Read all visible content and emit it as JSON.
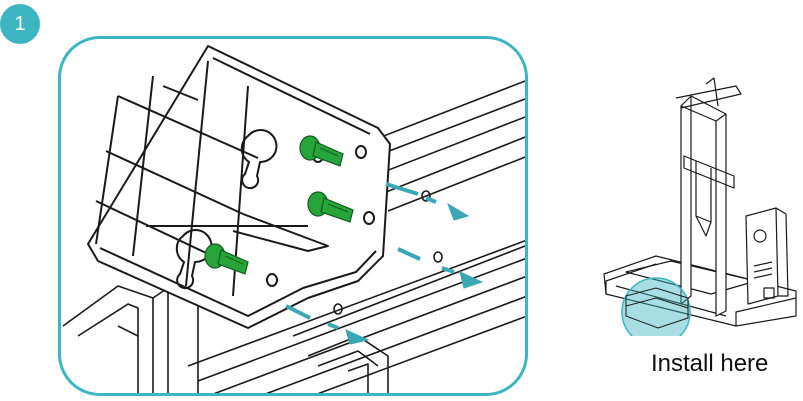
{
  "step": {
    "number": "1"
  },
  "caption": {
    "install_here": "Install here"
  },
  "colors": {
    "accent": "#3db6c1",
    "screw_green": "#27a43a",
    "arrow_teal": "#3ba7b2",
    "line": "#1a1a1a"
  },
  "icons": {
    "step_badge": "circle-badge",
    "screw": "hex-socket-screw-icon",
    "arrow": "direction-arrow-icon"
  }
}
